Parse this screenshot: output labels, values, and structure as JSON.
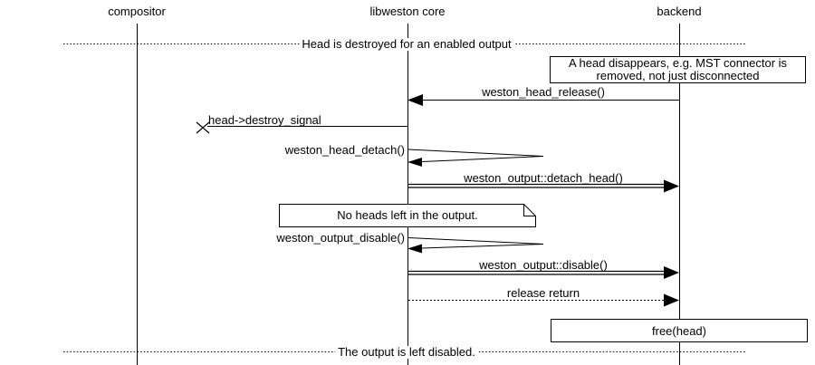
{
  "participants": [
    {
      "label": "compositor"
    },
    {
      "label": "libweston core"
    },
    {
      "label": "backend"
    }
  ],
  "dividers": {
    "top": "Head is destroyed for an enabled output",
    "bottom": "The output is left disabled."
  },
  "notes": {
    "head_disappears_line1": "A head disappears, e.g. MST connector is",
    "head_disappears_line2": "removed, not just disconnected",
    "no_heads": "No heads left in the output."
  },
  "messages": {
    "head_release": "weston_head_release()",
    "destroy_signal": "head->destroy_signal",
    "head_detach": "weston_head_detach()",
    "detach_head": "weston_output::detach_head()",
    "output_disable": "weston_output_disable()",
    "output_disable_call": "weston_output::disable()",
    "release_return": "release return"
  },
  "action": {
    "free_head": "free(head)"
  },
  "colors": {
    "ink": "#000000",
    "background": "#ffffff"
  }
}
